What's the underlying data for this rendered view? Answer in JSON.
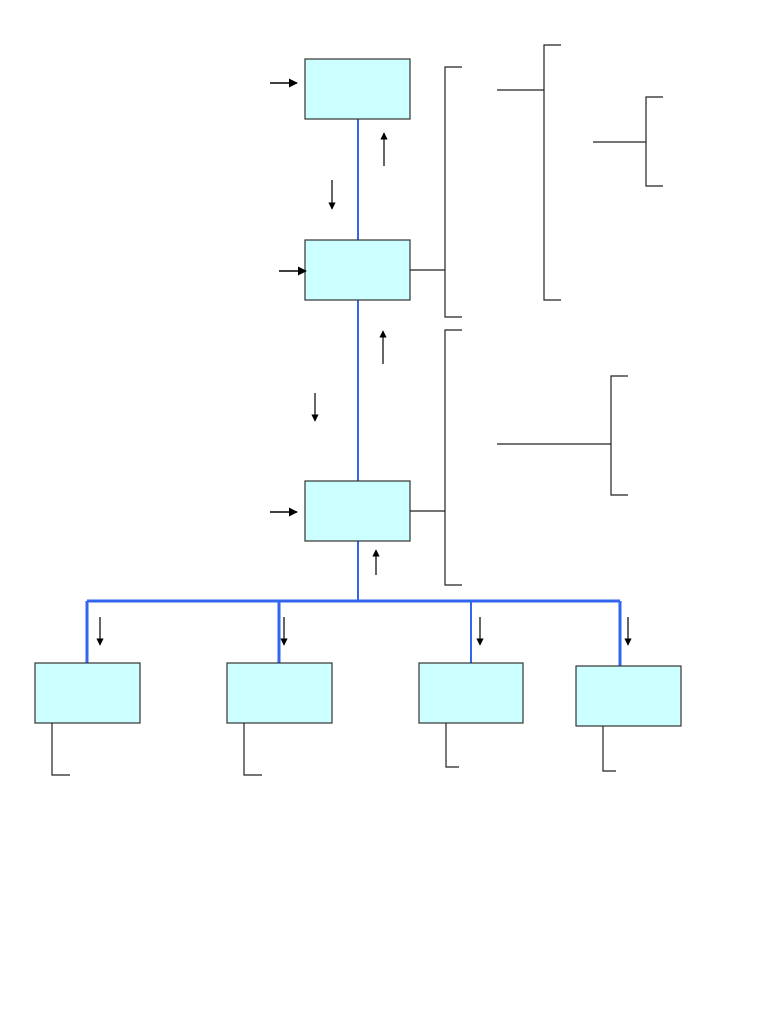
{
  "diagram": {
    "type": "hierarchy-flowchart",
    "labels_visible": false,
    "colors": {
      "background": "#ffffff",
      "box_fill": "#ccffff",
      "box_stroke": "#333333",
      "connector": "#3366ee",
      "arrow": "#000000",
      "bracket": "#222222"
    },
    "nodes": [
      {
        "id": "top-box",
        "level": 1,
        "label": ""
      },
      {
        "id": "middle-box",
        "level": 2,
        "label": ""
      },
      {
        "id": "lower-box",
        "level": 3,
        "label": ""
      },
      {
        "id": "leaf-box-1",
        "level": 4,
        "label": ""
      },
      {
        "id": "leaf-box-2",
        "level": 4,
        "label": ""
      },
      {
        "id": "leaf-box-3",
        "level": 4,
        "label": ""
      },
      {
        "id": "leaf-box-4",
        "level": 4,
        "label": ""
      }
    ],
    "edges": [
      {
        "from": "top-box",
        "to": "middle-box"
      },
      {
        "from": "middle-box",
        "to": "lower-box"
      },
      {
        "from": "lower-box",
        "to": "leaf-box-1"
      },
      {
        "from": "lower-box",
        "to": "leaf-box-2"
      },
      {
        "from": "lower-box",
        "to": "leaf-box-3"
      },
      {
        "from": "lower-box",
        "to": "leaf-box-4"
      }
    ]
  }
}
